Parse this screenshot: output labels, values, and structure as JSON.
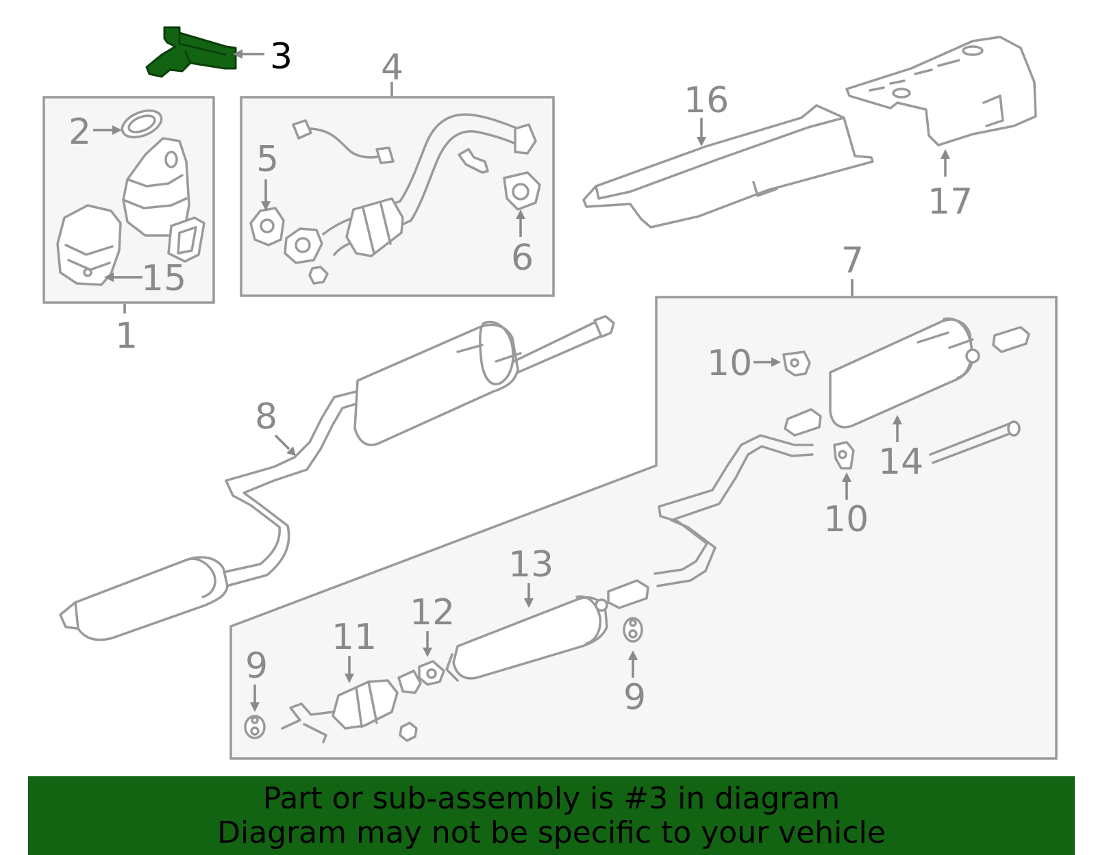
{
  "diagram": {
    "highlight_color": "#126312",
    "callouts": {
      "c1": "1",
      "c2": "2",
      "c3": "3",
      "c4": "4",
      "c5": "5",
      "c6": "6",
      "c7": "7",
      "c8": "8",
      "c9a": "9",
      "c9b": "9",
      "c10a": "10",
      "c10b": "10",
      "c11": "11",
      "c12": "12",
      "c13": "13",
      "c14": "14",
      "c15": "15",
      "c16": "16",
      "c17": "17"
    }
  },
  "banner": {
    "line1": "Part or sub-assembly is #3 in diagram",
    "line2": "Diagram may not be specific to your vehicle",
    "background": "#126312"
  }
}
